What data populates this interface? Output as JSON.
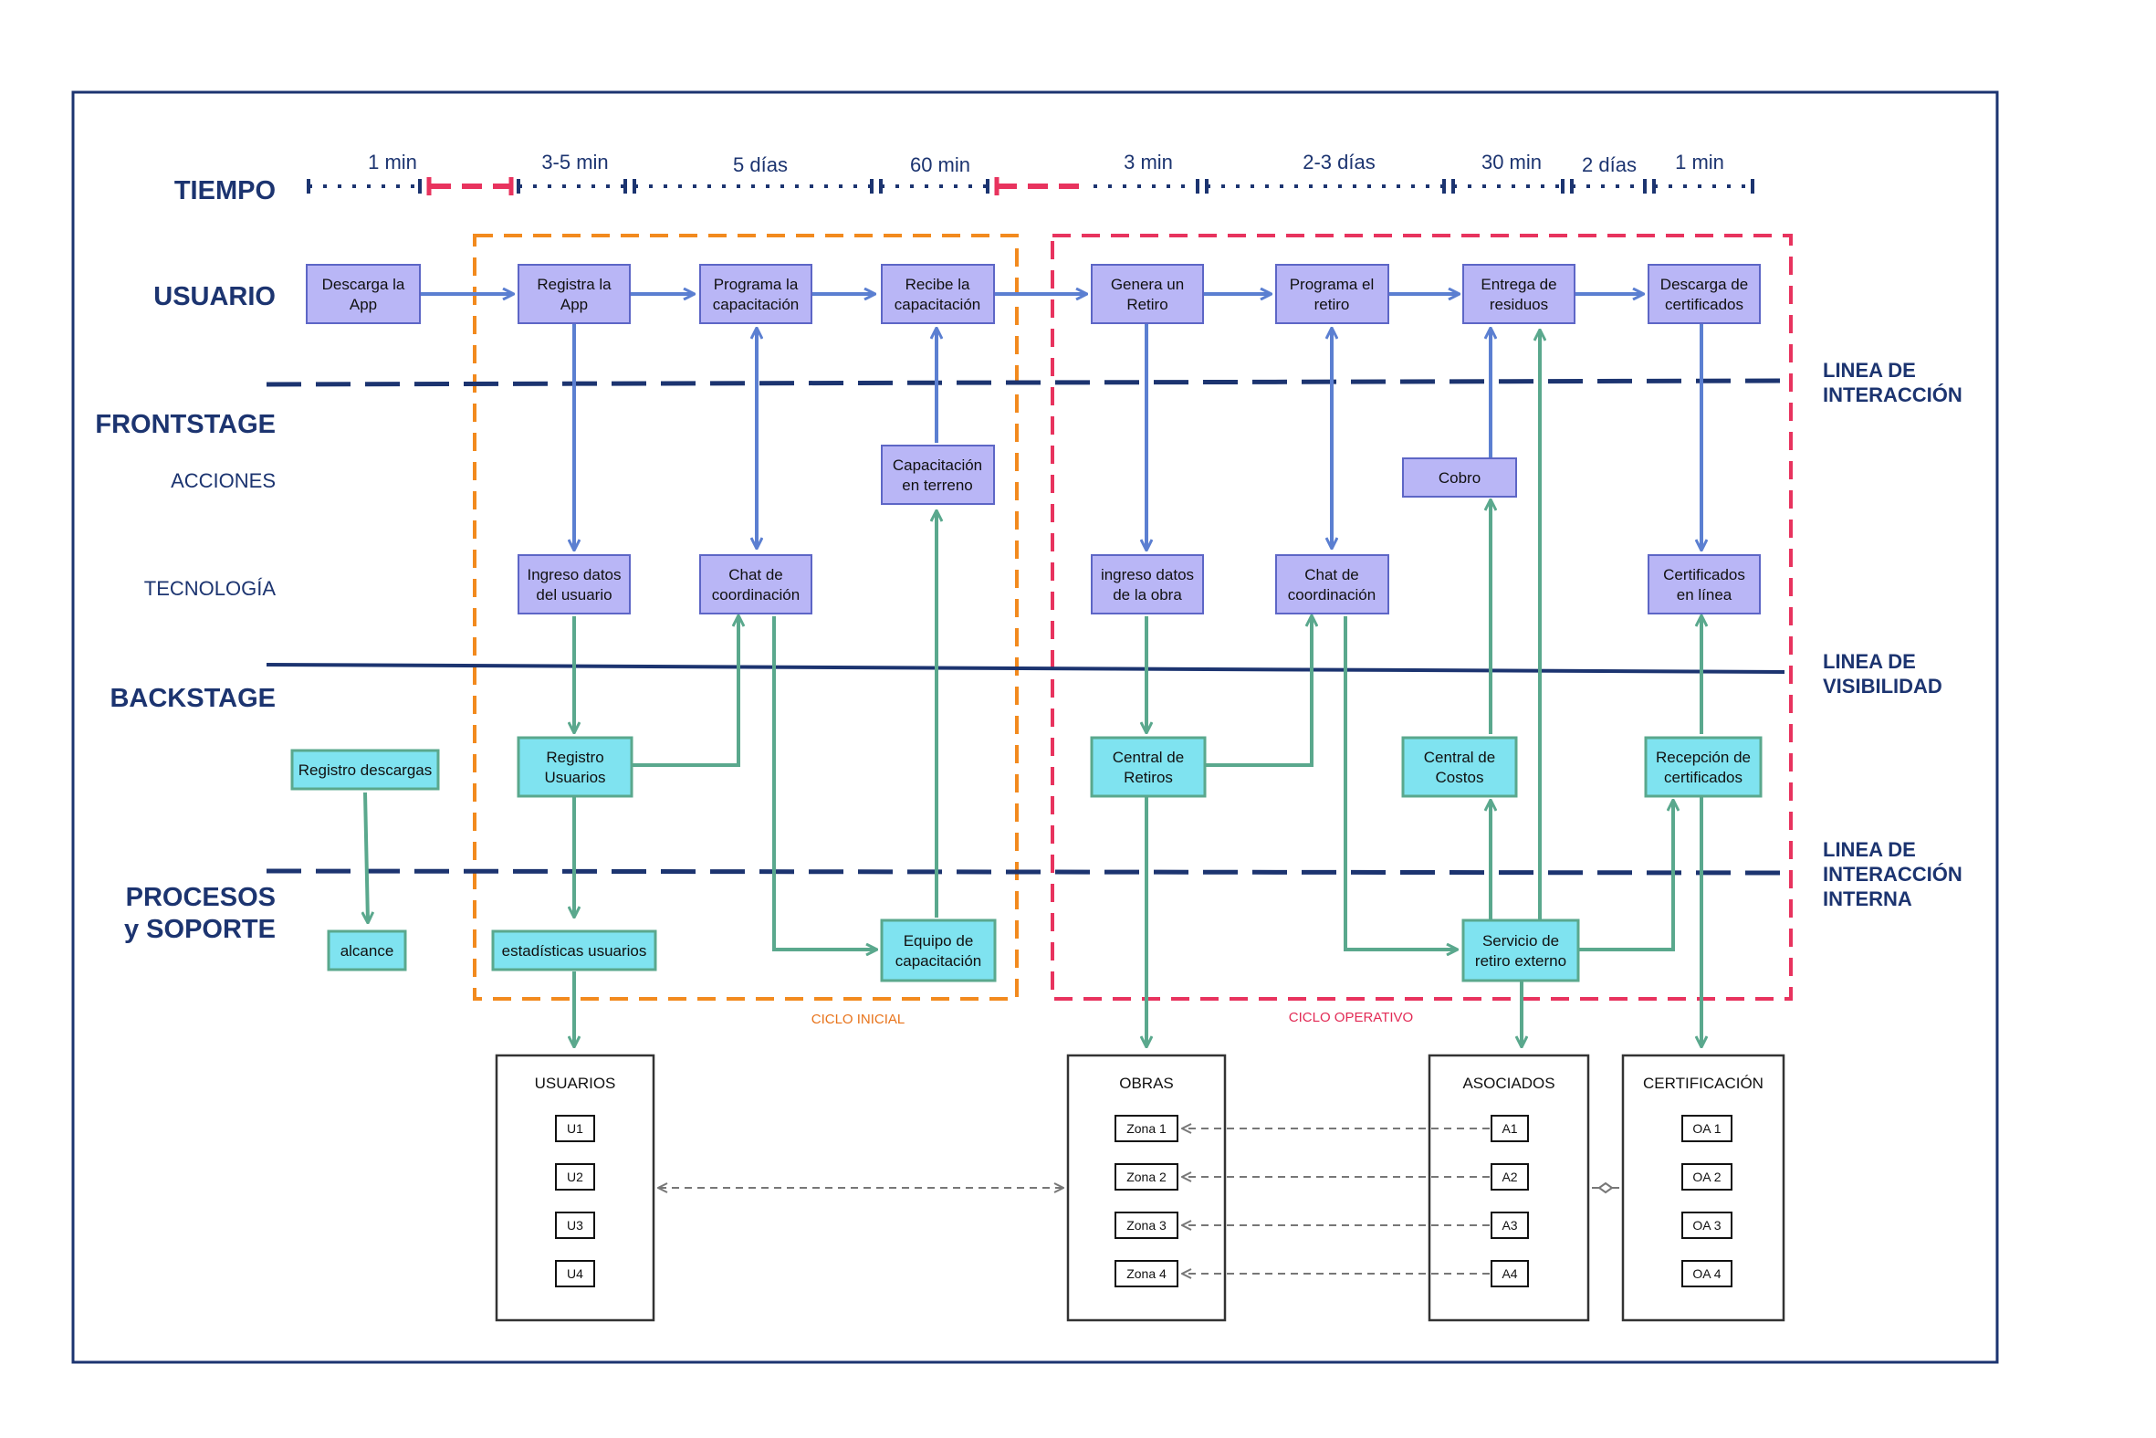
{
  "lanes": {
    "tiempo": "TIEMPO",
    "usuario": "USUARIO",
    "frontstage": "FRONTSTAGE",
    "acciones": "ACCIONES",
    "tecnologia": "TECNOLOGÍA",
    "backstage": "BACKSTAGE",
    "procesos_1": "PROCESOS",
    "procesos_2": "y SOPORTE"
  },
  "lines": {
    "interaccion": [
      "LINEA DE",
      "INTERACCIÓN"
    ],
    "visibilidad": [
      "LINEA DE",
      "VISIBILIDAD"
    ],
    "interna": [
      "LINEA DE",
      "INTERACCIÓN",
      "INTERNA"
    ]
  },
  "timeline": [
    "1 min",
    "3-5 min",
    "5 días",
    "60 min",
    "3 min",
    "2-3 días",
    "30 min",
    "2 días",
    "1 min"
  ],
  "cycles": {
    "inicial": "CICLO INICIAL",
    "operativo": "CICLO OPERATIVO"
  },
  "boxes": {
    "descarga_app": [
      "Descarga la",
      "App"
    ],
    "registra_app": [
      "Registra la",
      "App"
    ],
    "programa_cap": [
      "Programa la",
      "capacitación"
    ],
    "recibe_cap": [
      "Recibe la",
      "capacitación"
    ],
    "genera_retiro": [
      "Genera un",
      "Retiro"
    ],
    "programa_retiro": [
      "Programa el",
      "retiro"
    ],
    "entrega_residuos": [
      "Entrega de",
      "residuos"
    ],
    "descarga_cert": [
      "Descarga de",
      "certificados"
    ],
    "cap_terreno": [
      "Capacitación",
      "en terreno"
    ],
    "cobro": [
      "Cobro"
    ],
    "ingreso_usuario": [
      "Ingreso datos",
      "del usuario"
    ],
    "chat_1": [
      "Chat de",
      "coordinación"
    ],
    "ingreso_obra": [
      "ingreso datos",
      "de la obra"
    ],
    "chat_2": [
      "Chat de",
      "coordinación"
    ],
    "cert_linea": [
      "Certificados",
      "en línea"
    ],
    "registro_descargas": [
      "Registro descargas"
    ],
    "registro_usuarios": [
      "Registro",
      "Usuarios"
    ],
    "central_retiros": [
      "Central de",
      "Retiros"
    ],
    "central_costos": [
      "Central de",
      "Costos"
    ],
    "recepcion_cert": [
      "Recepción de",
      "certificados"
    ],
    "alcance": [
      "alcance"
    ],
    "estadisticas": [
      "estadísticas usuarios"
    ],
    "equipo_cap": [
      "Equipo de",
      "capacitación"
    ],
    "servicio_retiro": [
      "Servicio de",
      "retiro externo"
    ]
  },
  "databases": {
    "usuarios": {
      "title": "USUARIOS",
      "items": [
        "U1",
        "U2",
        "U3",
        "U4"
      ]
    },
    "obras": {
      "title": "OBRAS",
      "items": [
        "Zona 1",
        "Zona 2",
        "Zona 3",
        "Zona 4"
      ]
    },
    "asociados": {
      "title": "ASOCIADOS",
      "items": [
        "A1",
        "A2",
        "A3",
        "A4"
      ]
    },
    "certificacion": {
      "title": "CERTIFICACIÓN",
      "items": [
        "OA 1",
        "OA 2",
        "OA 3",
        "OA 4"
      ]
    }
  },
  "colors": {
    "navy": "#1c3470",
    "purple_fill": "#b9b6f6",
    "purple_stroke": "#5d66c6",
    "blue_arrow": "#5b7fd1",
    "teal_fill": "#7fe3f0",
    "teal_stroke": "#5aa88d",
    "teal_arrow": "#5aa88d",
    "orange": "#f28a1e",
    "red": "#e8335e"
  }
}
